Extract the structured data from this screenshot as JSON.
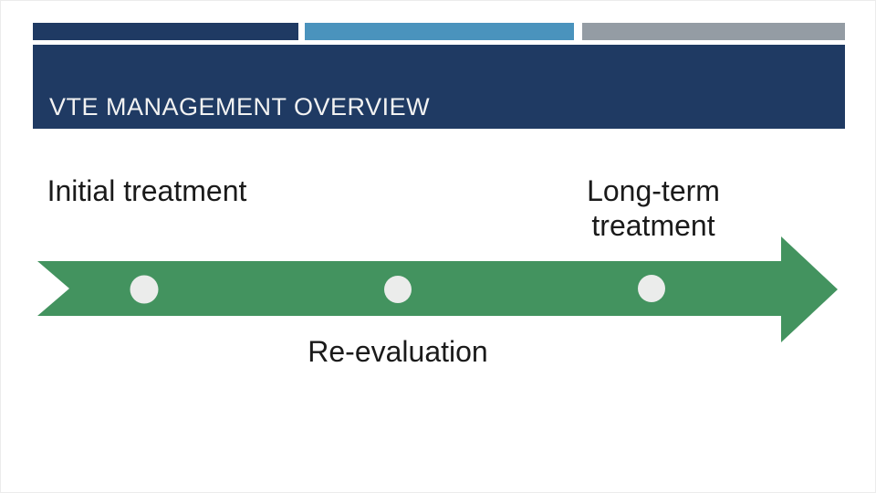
{
  "header": {
    "title": "VTE MANAGEMENT OVERVIEW",
    "block_color": "#1f3a63",
    "text_color": "#f2f2f2"
  },
  "accent_bars": [
    {
      "name": "navy",
      "color": "#1f3a63"
    },
    {
      "name": "blue",
      "color": "#4a93bd"
    },
    {
      "name": "gray",
      "color": "#949ca4"
    }
  ],
  "diagram": {
    "type": "timeline-arrow",
    "arrow_color": "#43935f",
    "dot_color": "#ebeceb",
    "stages": [
      {
        "label": "Initial treatment",
        "placement": "above-arrow-left"
      },
      {
        "label": "Re-evaluation",
        "placement": "below-arrow-center"
      },
      {
        "label": "Long-term treatment",
        "placement": "above-arrow-right"
      }
    ],
    "milestone_count": 3
  }
}
